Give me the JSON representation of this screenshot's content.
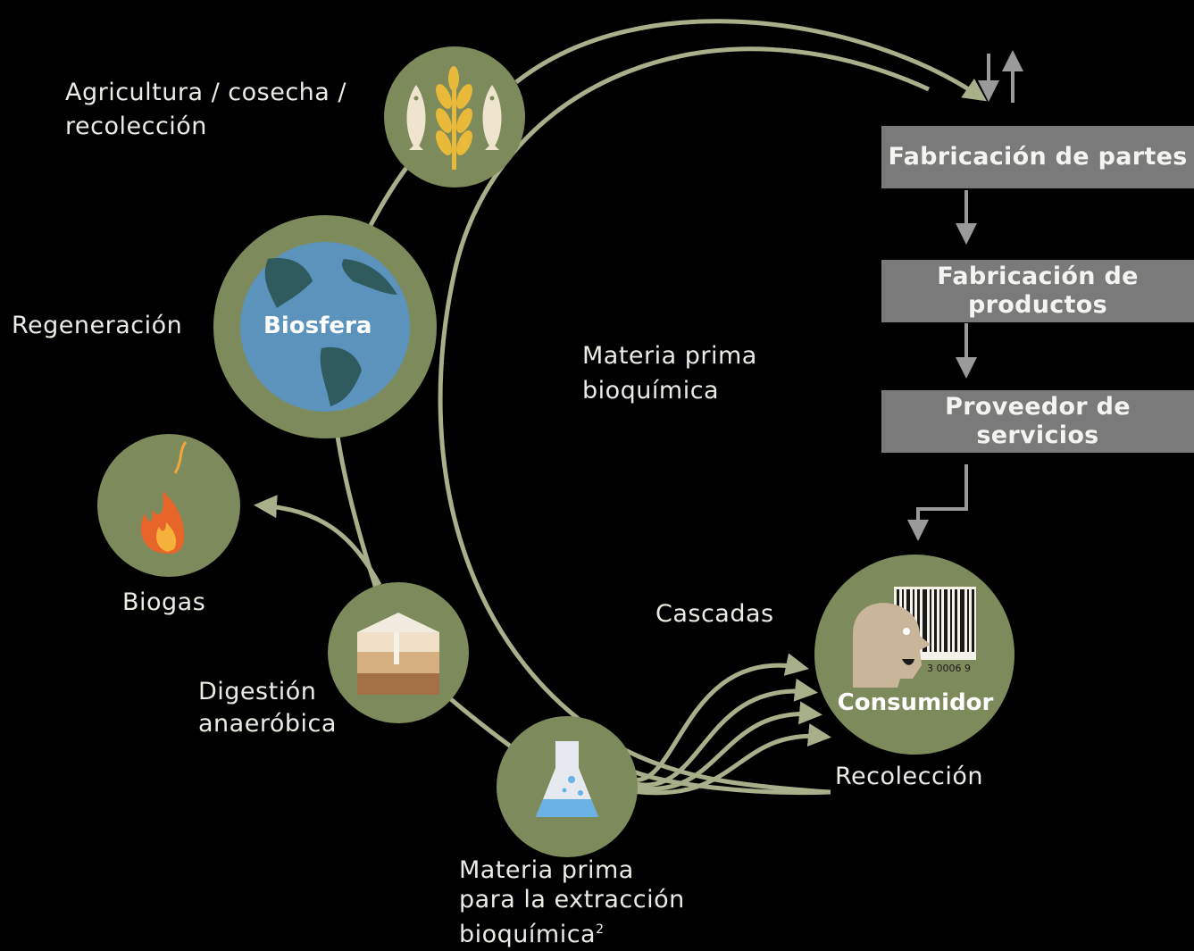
{
  "labels": {
    "agricultura": "Agricultura / cosecha /",
    "recoleccion_top": "recolección",
    "regeneracion": "Regeneración",
    "biosfera": "Biosfera",
    "biogas": "Biogas",
    "digestion_1": "Digestión",
    "digestion_2": "anaeróbica",
    "materia_prima_1": "Materia prima",
    "materia_prima_2": "bioquímica",
    "extraccion_1": "Materia prima",
    "extraccion_2": "para la extracción",
    "extraccion_3": "bioquímica",
    "extraccion_sup": "2",
    "cascadas": "Cascadas",
    "consumidor": "Consumidor",
    "recoleccion_bottom": "Recolección",
    "barcode_digits": "3  0006 9"
  },
  "boxes": {
    "partes": "Fabricación de partes",
    "productos_1": "Fabricación de",
    "productos_2": "productos",
    "servicios": "Proveedor de servicios"
  },
  "colors": {
    "background": "#000000",
    "circle_fill": "#7d8a5c",
    "line": "#a7b08a",
    "box_fill": "#7a7a7a",
    "globe": "#5b93bd",
    "land": "#2f5b5e"
  },
  "icons": [
    "fish-icon",
    "wheat-icon",
    "globe-icon",
    "flame-icon",
    "soil-layers-icon",
    "flask-icon",
    "consumer-face-icon",
    "barcode-icon"
  ]
}
